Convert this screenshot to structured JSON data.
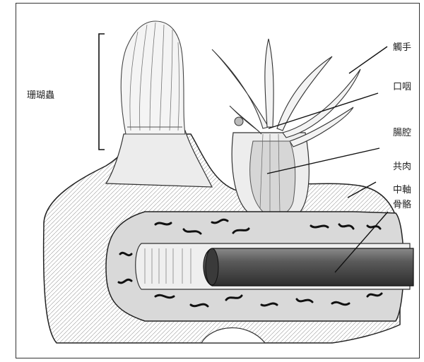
{
  "labels": {
    "polyp": "珊瑚蟲",
    "tentacle": "觸手",
    "mouth": "口咽",
    "gut": "腸腔",
    "coenosarc": "共肉",
    "axis_line1": "中軸",
    "axis_line2": "骨骼"
  },
  "colors": {
    "line": "#222222",
    "tissue": "#e6e6e6",
    "skeleton": "#4a4a4a",
    "cavity": "#cfcfcf"
  }
}
